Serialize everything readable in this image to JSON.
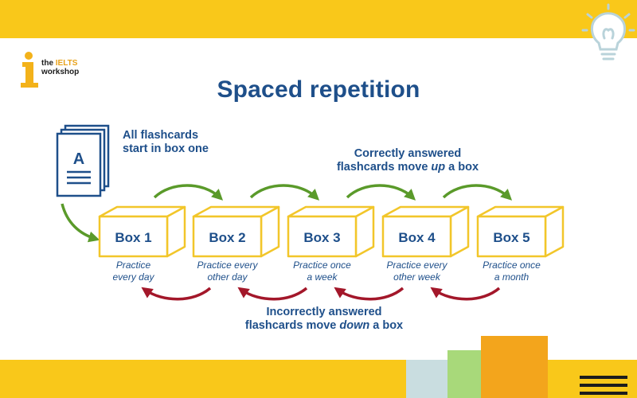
{
  "title": "Spaced repetition",
  "logo": {
    "line1_prefix": "the ",
    "line1_highlight": "IELTS",
    "line2": "workshop"
  },
  "card_letter": "A",
  "captions": {
    "start_line1": "All flashcards",
    "start_line2": "start in box one",
    "up_line1": "Correctly answered",
    "up_line2_prefix": "flashcards move ",
    "up_line2_em": "up",
    "up_line2_suffix": " a box",
    "down_line1": "Incorrectly answered",
    "down_line2_prefix": "flashcards move ",
    "down_line2_em": "down",
    "down_line2_suffix": " a box"
  },
  "boxes": [
    {
      "label": "Box 1",
      "note_line1": "Practice",
      "note_line2": "every day"
    },
    {
      "label": "Box 2",
      "note_line1": "Practice every",
      "note_line2": "other day"
    },
    {
      "label": "Box 3",
      "note_line1": "Practice once",
      "note_line2": "a week"
    },
    {
      "label": "Box 4",
      "note_line1": "Practice every",
      "note_line2": "other week"
    },
    {
      "label": "Box 5",
      "note_line1": "Practice once",
      "note_line2": "a month"
    }
  ],
  "colors": {
    "brand_yellow": "#f9c81a",
    "title_blue": "#1e4f8a",
    "box_yellow": "#f2c62a",
    "arrow_green": "#5a9a2a",
    "arrow_red": "#a3172a"
  },
  "icons": {
    "logo": "ielts-logo-icon",
    "card": "flashcard-stack-icon",
    "bulb": "lightbulb-icon",
    "menu": "hamburger-icon"
  }
}
